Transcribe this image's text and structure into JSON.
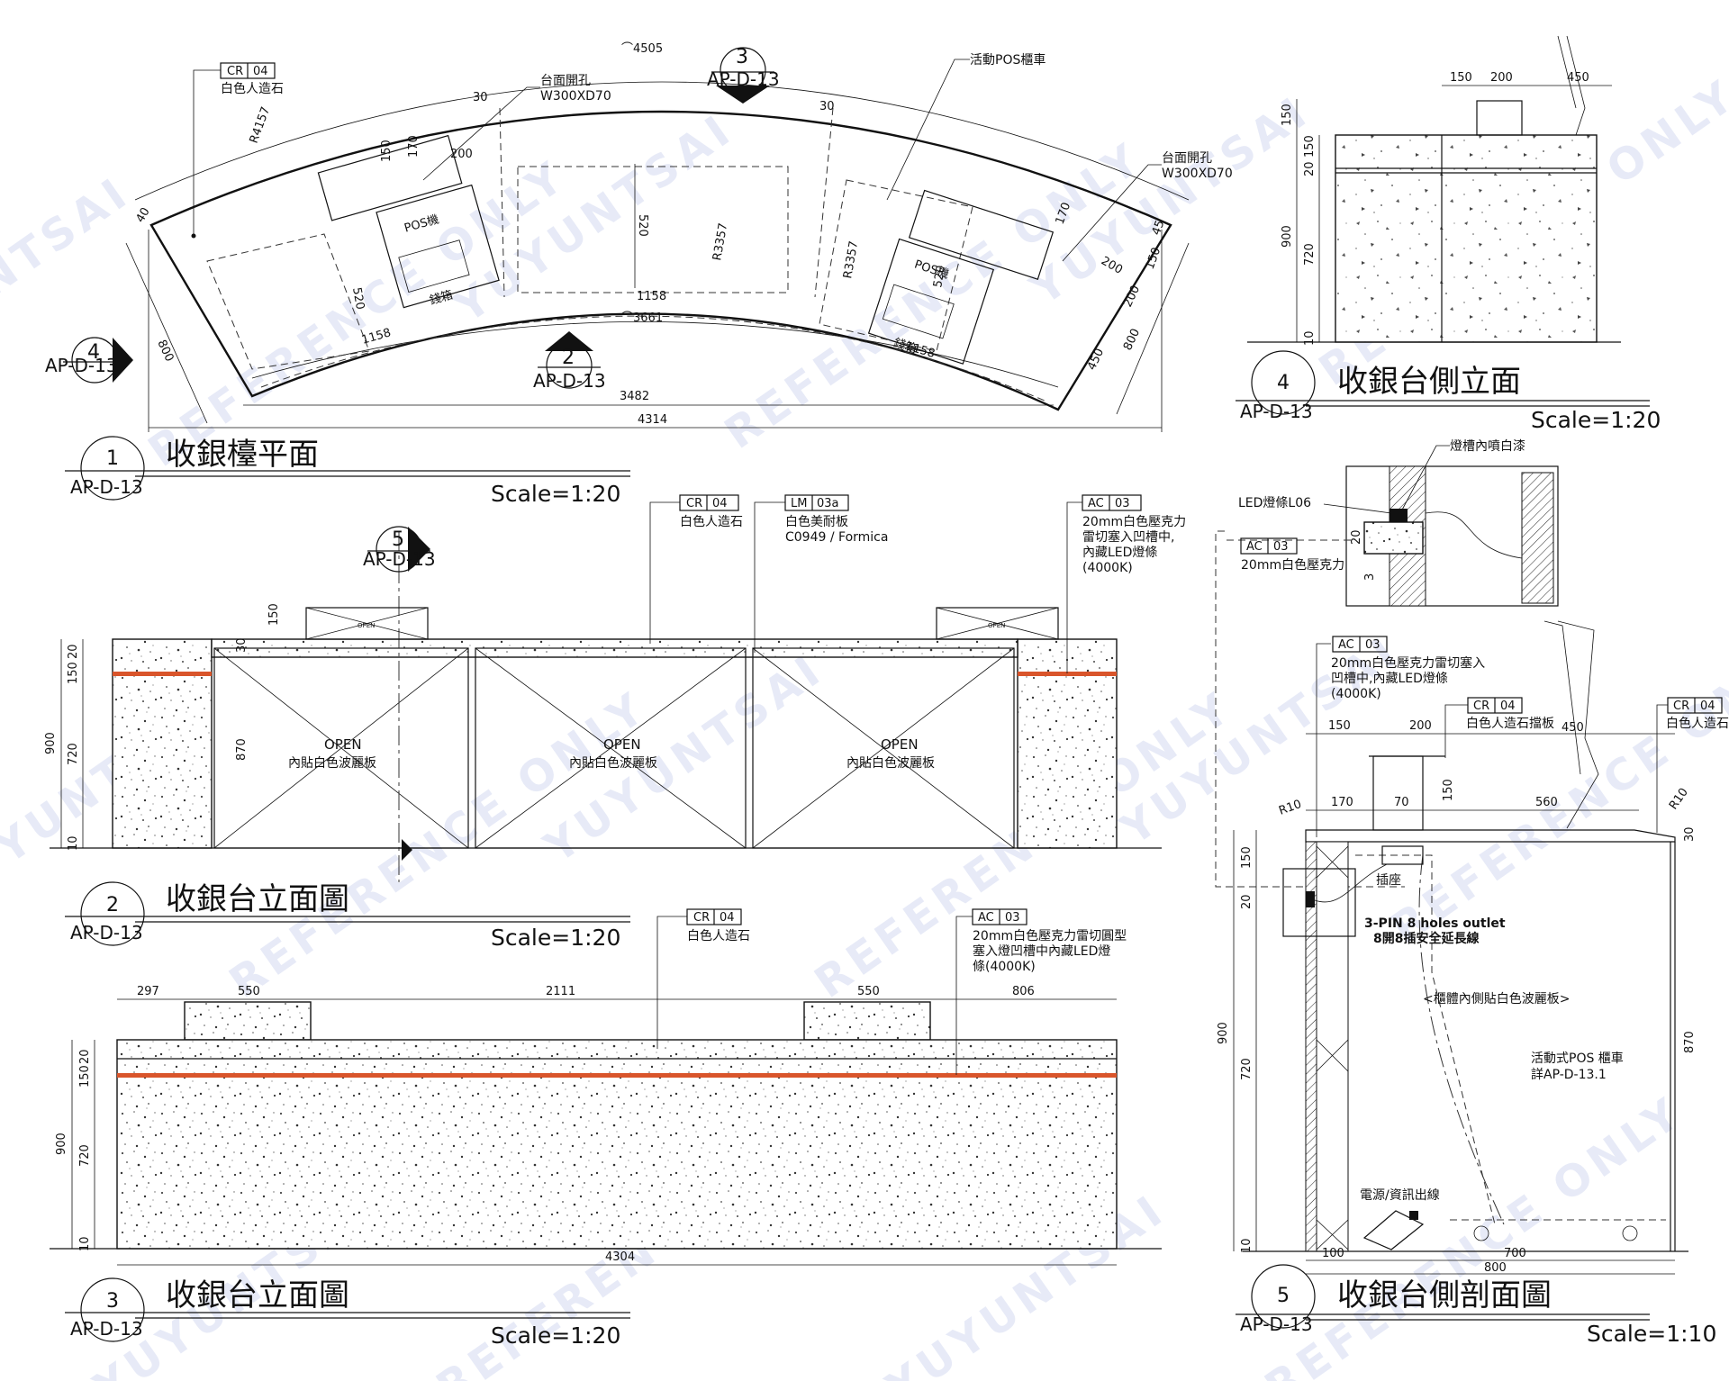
{
  "colors": {
    "ink": "#111111",
    "accent_strip": "#d9552b",
    "watermark": "#5a73c8"
  },
  "watermark_text": [
    "YUYUNTSAI",
    "REFERENCE ONLY"
  ],
  "view1": {
    "number": "1",
    "ref": "AP-D-13",
    "title": "收銀檯平面",
    "scale": "Scale=1:20",
    "tag_cr": {
      "code": "CR",
      "num": "04",
      "desc": "白色人造石"
    },
    "radius_outer": "R4157",
    "arc_outer": "⌒4505",
    "arc_inner": "⌒3661",
    "dim_40": "40",
    "dim_30a": "30",
    "dim_30b": "30",
    "dim_150": "150",
    "dim_170a": "170",
    "dim_200a": "200",
    "dim_170b": "170",
    "dim_200b": "200",
    "dim_150b": "150",
    "dim_45": "45",
    "dim_520a": "520",
    "dim_520b": "520",
    "dim_520c": "520",
    "dim_r3357a": "R3357",
    "dim_r3357b": "R3357",
    "dim_1158a": "1158",
    "dim_1158b": "1158",
    "dim_1158c": "1158",
    "dim_800a": "800",
    "dim_800b": "800",
    "dim_450": "450",
    "dim_200c": "200",
    "dim_3482": "3482",
    "dim_4314": "4314",
    "note_hole1": [
      "台面開孔",
      "W300XD70"
    ],
    "note_hole2": [
      "台面開孔",
      "W300XD70"
    ],
    "note_pos": "活動POS櫃車",
    "lbl_pos": "POS機",
    "lbl_cash": "錢箱",
    "callout_3": {
      "number": "3",
      "ref": "AP-D-13"
    },
    "callout_2": {
      "number": "2",
      "ref": "AP-D-13"
    },
    "callout_4": {
      "number": "4",
      "ref": "AP-D-13"
    }
  },
  "view2": {
    "number": "2",
    "ref": "AP-D-13",
    "title": "收銀台立面圖",
    "scale": "Scale=1:20",
    "tag_cr": {
      "code": "CR",
      "num": "04",
      "desc": "白色人造石"
    },
    "tag_lm": {
      "code": "LM",
      "num": "03a",
      "desc": [
        "白色美耐板",
        "C0949 / Formica"
      ]
    },
    "tag_ac": {
      "code": "AC",
      "num": "03",
      "desc": [
        "20mm白色壓克力",
        "雷切塞入凹槽中,",
        "內藏LED燈條",
        "(4000K)"
      ]
    },
    "callout_5": {
      "number": "5",
      "ref": "AP-D-13"
    },
    "panel_open": "OPEN",
    "panel_desc": "內貼白色波麗板",
    "small_open": "OPEN",
    "dim_150": "150",
    "dim_30": "30",
    "dim_20": "20",
    "dim_150b": "150",
    "dim_900": "900",
    "dim_720": "720",
    "dim_10": "10",
    "dim_870": "870"
  },
  "view3": {
    "number": "3",
    "ref": "AP-D-13",
    "title": "收銀台立面圖",
    "scale": "Scale=1:20",
    "tag_cr": {
      "code": "CR",
      "num": "04",
      "desc": "白色人造石"
    },
    "tag_ac": {
      "code": "AC",
      "num": "03",
      "desc": [
        "20mm白色壓克力雷切圓型",
        "塞入燈凹槽中內藏LED燈",
        "條(4000K)"
      ]
    },
    "dims_top": [
      "297",
      "550",
      "2111",
      "550",
      "806"
    ],
    "dim_4304": "4304",
    "dim_20": "20",
    "dim_150": "150",
    "dim_900": "900",
    "dim_720": "720",
    "dim_10": "10"
  },
  "view4": {
    "number": "4",
    "ref": "AP-D-13",
    "title": "收銀台側立面",
    "scale": "Scale=1:20",
    "dims_top": [
      "150",
      "200",
      "450"
    ],
    "dim_150": "150",
    "dim_20": "20",
    "dim_150b": "150",
    "dim_900": "900",
    "dim_720": "720",
    "dim_10": "10"
  },
  "detail": {
    "note_paint": "燈槽內噴白漆",
    "note_led": "LED燈條L06",
    "tag_ac": {
      "code": "AC",
      "num": "03",
      "desc": "20mm白色壓克力"
    },
    "dim_20": "20",
    "dim_3": "3"
  },
  "view5": {
    "number": "5",
    "ref": "AP-D-13",
    "title": "收銀台側剖面圖",
    "scale": "Scale=1:10",
    "tag_ac": {
      "code": "AC",
      "num": "03",
      "desc": [
        "20mm白色壓克力雷切塞入",
        "凹槽中,內藏LED燈條",
        "(4000K)"
      ]
    },
    "tag_cr1": {
      "code": "CR",
      "num": "04",
      "desc": "白色人造石擋板"
    },
    "tag_cr2": {
      "code": "CR",
      "num": "04",
      "desc": "白色人造石"
    },
    "dims_top": [
      "150",
      "200",
      "450"
    ],
    "dim_r10a": "R10",
    "dim_r10b": "R10",
    "dim_170": "170",
    "dim_70": "70",
    "dim_560": "560",
    "dim_150v": "150",
    "dim_30": "30",
    "dim_150": "150",
    "dim_20": "20",
    "dim_900": "900",
    "dim_720": "720",
    "dim_10": "10",
    "dim_870": "870",
    "dim_100": "100",
    "dim_700": "700",
    "dim_800": "800",
    "note_socket": "插座",
    "note_outlet": [
      "3-PIN 8 holes outlet",
      "8開8插安全延長線"
    ],
    "note_inner": "<櫃體內側貼白色波麗板>",
    "note_cart": [
      "活動式POS 櫃車",
      "詳AP-D-13.1"
    ],
    "note_power": "電源/資訊出線"
  }
}
